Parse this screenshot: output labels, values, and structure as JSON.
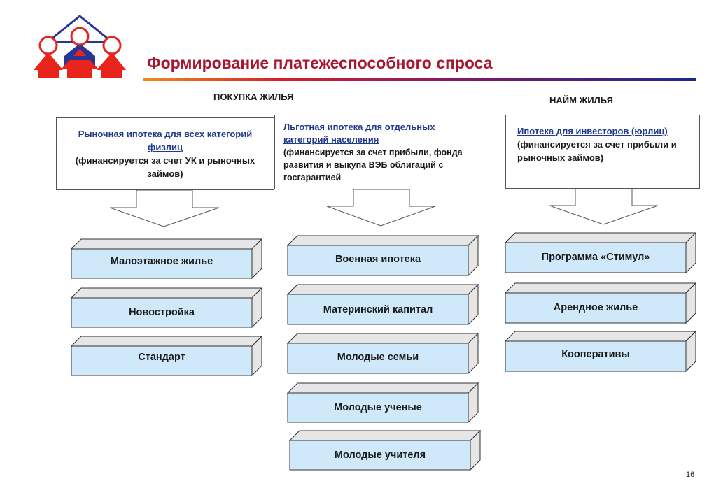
{
  "title": "Формирование платежеспособного спроса",
  "column_headers": {
    "purchase": "ПОКУПКА ЖИЛЬЯ",
    "rent": "НАЙМ ЖИЛЬЯ"
  },
  "categories": [
    {
      "link": "Рыночная ипотека для всех категорий физлиц",
      "body": "(финансируется за счет УК и рыночных займов)"
    },
    {
      "link": "Льготная ипотека для отдельных категорий населения",
      "body": "(финансируется за счет прибыли, фонда развития и выкупа ВЭБ облигаций с госгарантией"
    },
    {
      "link": "Ипотека для инвесторов (юрлиц)",
      "body": " (финансируется за счет прибыли и рыночных займов)"
    }
  ],
  "programs": {
    "column1": [
      "Малоэтажное жилье",
      "Новостройка",
      "Стандарт"
    ],
    "column2": [
      "Военная ипотека",
      "Материнский капитал",
      "Молодые семьи",
      "Молодые ученые",
      "Молодые учителя"
    ],
    "column3": [
      "Программа «Стимул»",
      "Арендное жилье",
      "Кооперативы"
    ]
  },
  "page_number": "16",
  "colors": {
    "title": "#a8172f",
    "box_front": "#cfe9fb",
    "box_side": "#e6e6e6",
    "logo_red": "#e8241c",
    "logo_blue": "#283593"
  }
}
